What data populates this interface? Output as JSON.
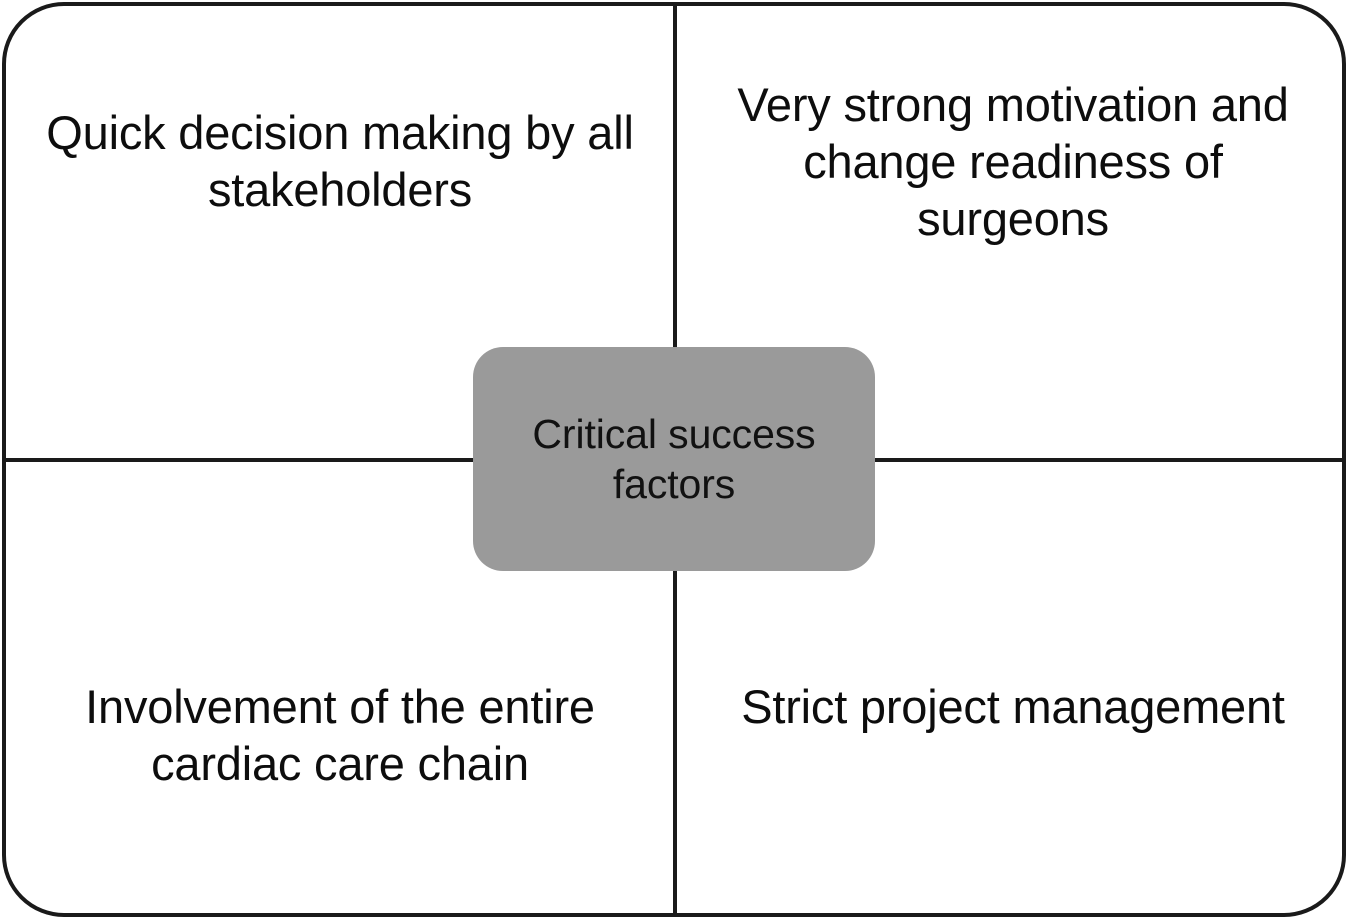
{
  "diagram": {
    "type": "quadrant-matrix",
    "center": {
      "label": "Critical success\nfactors",
      "fill_color": "#9a9a9a",
      "text_color": "#111111"
    },
    "frame": {
      "border_color": "#1a1a1a",
      "background_color": "#ffffff"
    },
    "quadrants": [
      {
        "position": "top-left",
        "label": "Quick decision making by all\nstakeholders"
      },
      {
        "position": "top-right",
        "label": "Very strong motivation and\nchange readiness of\nsurgeons"
      },
      {
        "position": "bottom-left",
        "label": "Involvement of the entire\ncardiac care chain"
      },
      {
        "position": "bottom-right",
        "label": "Strict project management"
      }
    ]
  }
}
